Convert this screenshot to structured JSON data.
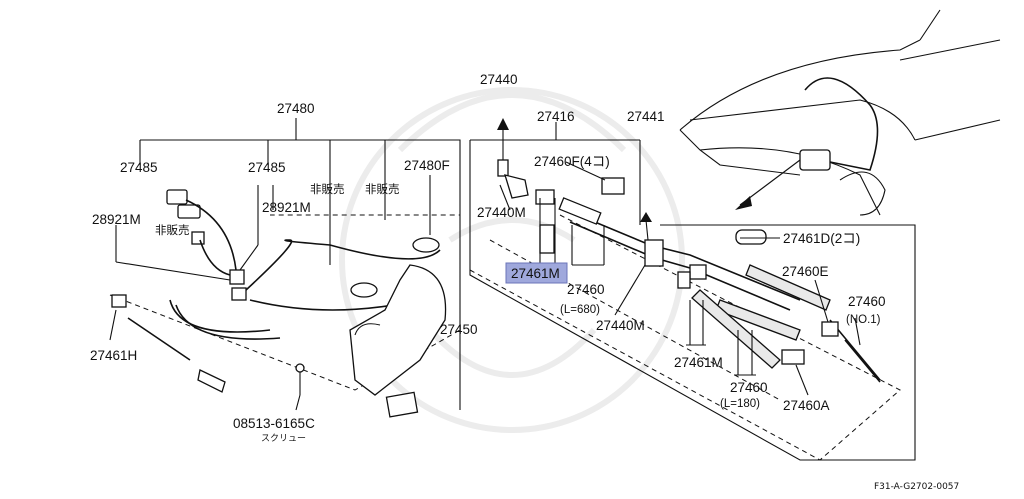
{
  "labels": {
    "p27440": "27440",
    "p27416": "27416",
    "p27441": "27441",
    "p27480": "27480",
    "p27485_left": "27485",
    "p27485_right": "27485",
    "p28921m_left": "28921M",
    "p28921m_right": "28921M",
    "not_for_sale_1": "非販売",
    "not_for_sale_2": "非販売",
    "not_for_sale_3": "非販売",
    "p27480f": "27480F",
    "p27460f": "27460F(4コ)",
    "p27440m_top": "27440M",
    "p27461m_selected": "27461M",
    "p27460_a": "27460",
    "len_680": "(L=680)",
    "p27440m_mid": "27440M",
    "p27461d": "27461D(2コ)",
    "p27460e": "27460E",
    "p27460_no1": "27460",
    "no1": "(NO.1)",
    "p27450": "27450",
    "p27461h": "27461H",
    "p27461m_lower": "27461M",
    "p27460_b": "27460",
    "len_180": "(L=180)",
    "p27460a": "27460A",
    "p08513": "08513-6165C",
    "screw": "スクリュー",
    "diagram_code": "F31-A-G2702-0057"
  },
  "highlight_color": "#9fa8dc"
}
